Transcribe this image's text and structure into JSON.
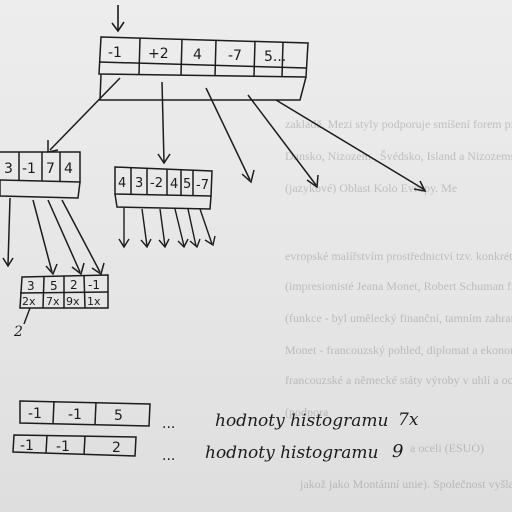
{
  "node_root": {
    "cells": [
      "-1",
      "+2",
      "4",
      "-7",
      "5..."
    ]
  },
  "node_left": {
    "cells": [
      "3",
      "-1",
      "7",
      "4"
    ]
  },
  "node_mid": {
    "cells": [
      "4",
      "3",
      "-2",
      "4",
      "5",
      "-7"
    ]
  },
  "node_leaf": {
    "top": [
      "3",
      "5",
      "2",
      "-1"
    ],
    "bottom": [
      "2x",
      "7x",
      "9x",
      "1x"
    ],
    "under": "2"
  },
  "bottom_row_1": {
    "cells": [
      "-1",
      "-1",
      "5"
    ],
    "dots": "...",
    "caption": "hodnoty histogramu",
    "tail": "7x"
  },
  "bottom_row_2": {
    "cells": [
      "-1",
      "-1",
      "2"
    ],
    "dots": "...",
    "caption": "hodnoty histogramu",
    "tail": "9"
  },
  "background_text": [
    "zakladě. Mezi styly podporuje smíšení forem písma",
    "Dansko, Nizozem., Švédsko, Island a Nizozemsko",
    "(jazykové) Oblast Kolo Evropy. Me",
    "evropské malířstvím prostřednictví tzv. konkrétní obr",
    "(impresionisté Jeana Monet, Robert Schuman franc",
    "(funkce - byl umělecký finanční, tamním zahraniční",
    "Monet - francouzský pohled, diplomat a ekonom, který",
    "francouzské a německé státy výroby v uhlí a oceli",
    "(podpora",
    "a oceli (ESUO)",
    "jakož jako Montánní unie). Společnost vyšla v platnost v roce"
  ]
}
